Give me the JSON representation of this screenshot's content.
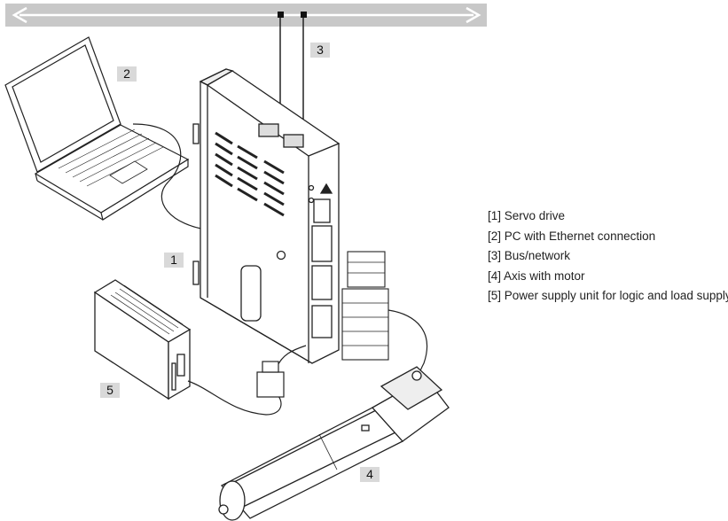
{
  "callouts": {
    "servo_drive": "1",
    "pc": "2",
    "bus": "3",
    "axis": "4",
    "power_supply": "5"
  },
  "legend": {
    "items": [
      "[1] Servo drive",
      "[2] PC with Ethernet connection",
      "[3] Bus/network",
      "[4] Axis with motor",
      "[5] Power supply unit for logic and load supply"
    ]
  },
  "colors": {
    "bus_bar": "#c8c8c8",
    "callout_bg": "#d9d9d9",
    "line": "#222222"
  }
}
